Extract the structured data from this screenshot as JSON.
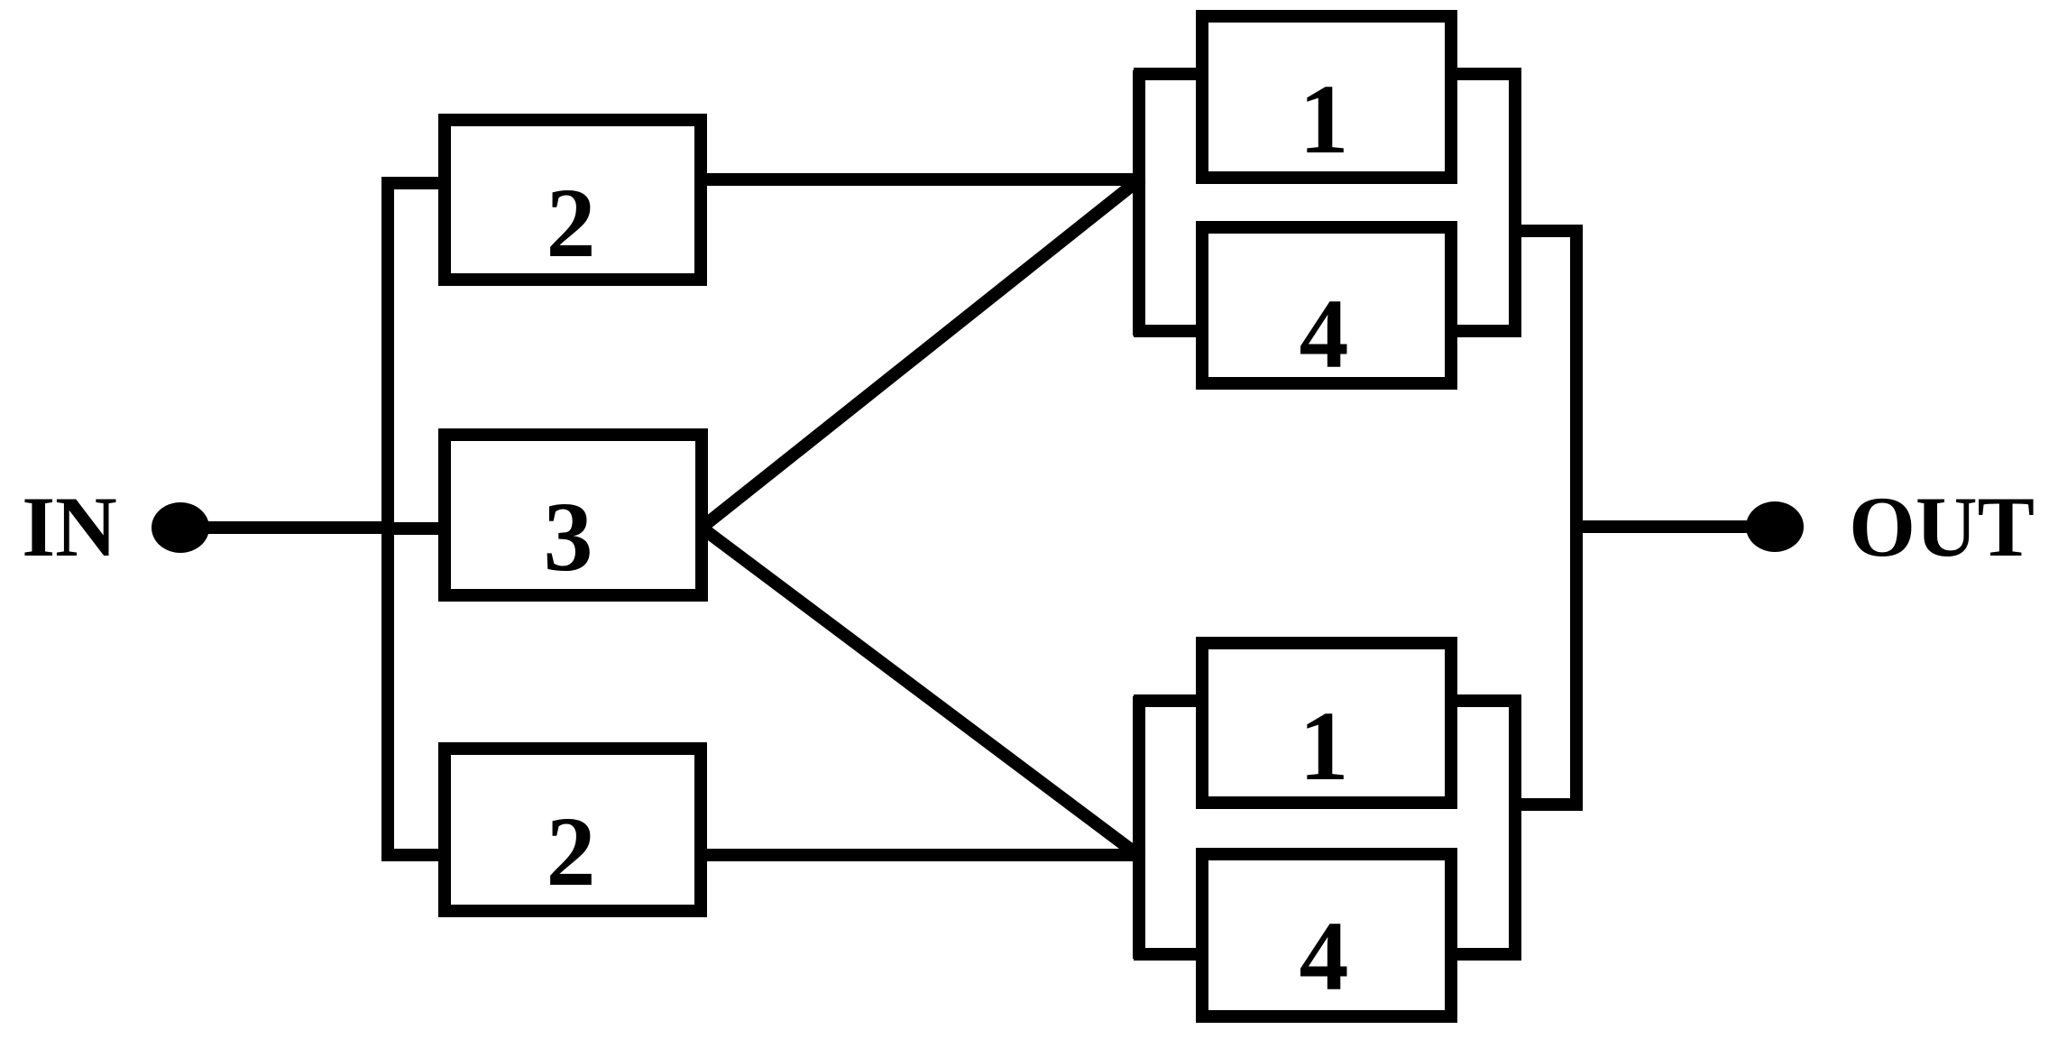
{
  "diagram": {
    "type": "reliability-block-diagram",
    "background_color": "#ffffff",
    "ink_color": "#000000",
    "terminals": {
      "input": "IN",
      "output": "OUT"
    },
    "blocks": {
      "left_top": "2",
      "left_middle": "3",
      "left_bottom": "2",
      "top_group": {
        "upper": "1",
        "lower": "4"
      },
      "bottom_group": {
        "upper": "1",
        "lower": "4"
      }
    }
  }
}
